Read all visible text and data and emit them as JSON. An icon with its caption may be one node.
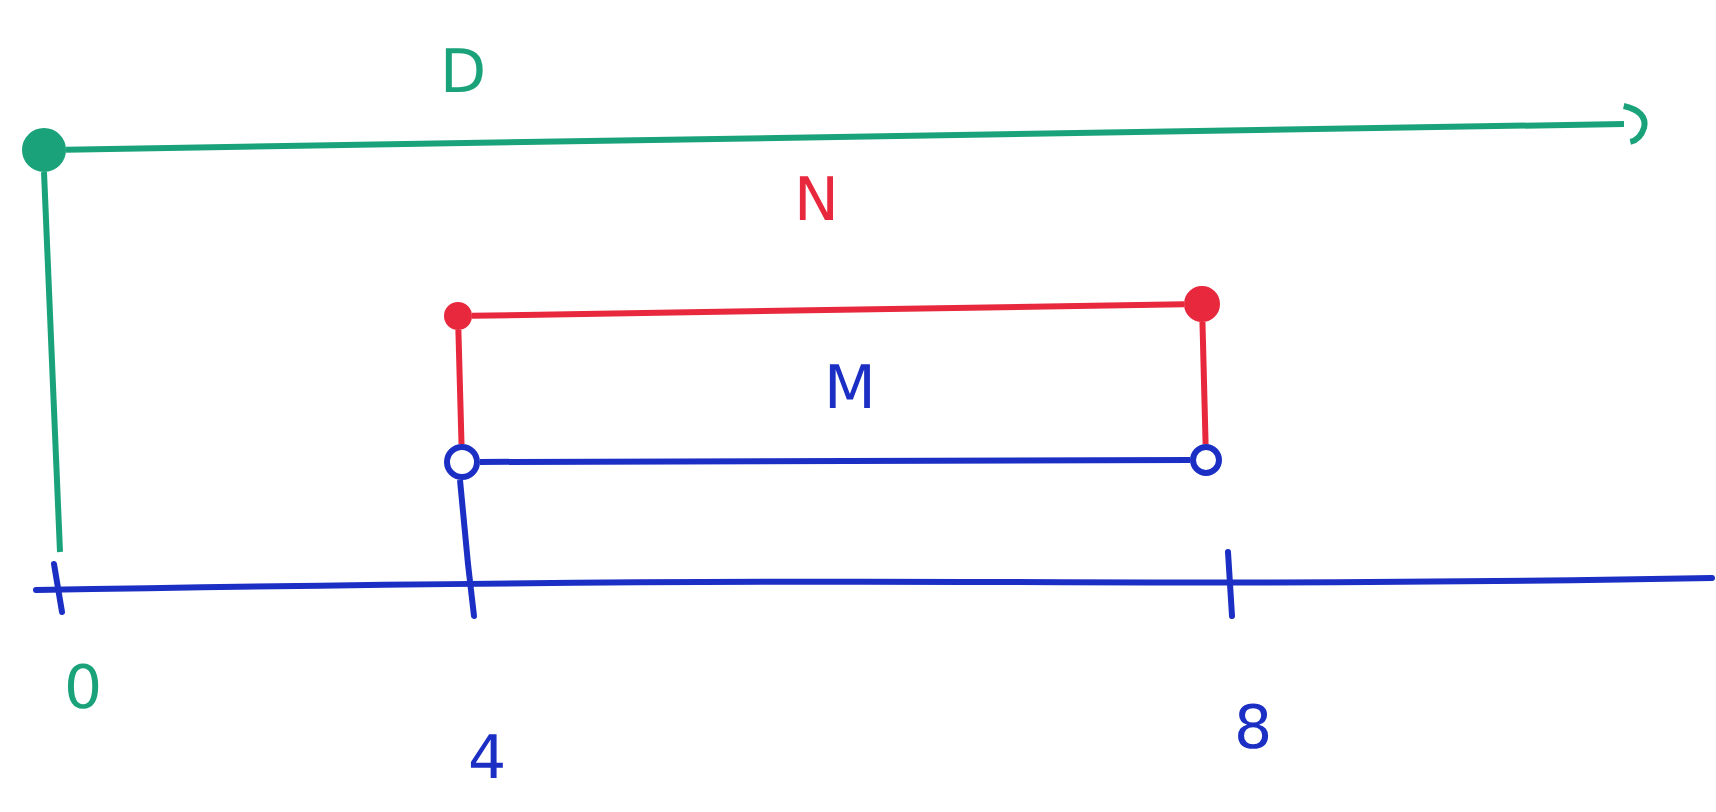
{
  "diagram": {
    "nodes": [
      {
        "text": [],
        "shape": "dot"
      },
      {
        "text": [],
        "shape": "dot"
      },
      {
        "text": [],
        "shape": "dot"
      },
      {
        "text": [],
        "shape": "circle"
      },
      {
        "text": [],
        "shape": "circle"
      }
    ],
    "edges": [
      {
        "from": 0,
        "to": null,
        "arrow": "other",
        "label": "D",
        "color": "#1aa37a"
      },
      {
        "from": 1,
        "to": 2,
        "arrow": "none",
        "label": "N",
        "color": "#e8283c"
      },
      {
        "from": 3,
        "to": 4,
        "arrow": "none",
        "label": "M",
        "color": "#1c2fc4"
      },
      {
        "from": 1,
        "to": 3,
        "arrow": "none",
        "color": "#e8283c"
      },
      {
        "from": 2,
        "to": 4,
        "arrow": "none",
        "color": "#e8283c"
      }
    ],
    "labels": [
      "0",
      "4",
      "8"
    ]
  }
}
